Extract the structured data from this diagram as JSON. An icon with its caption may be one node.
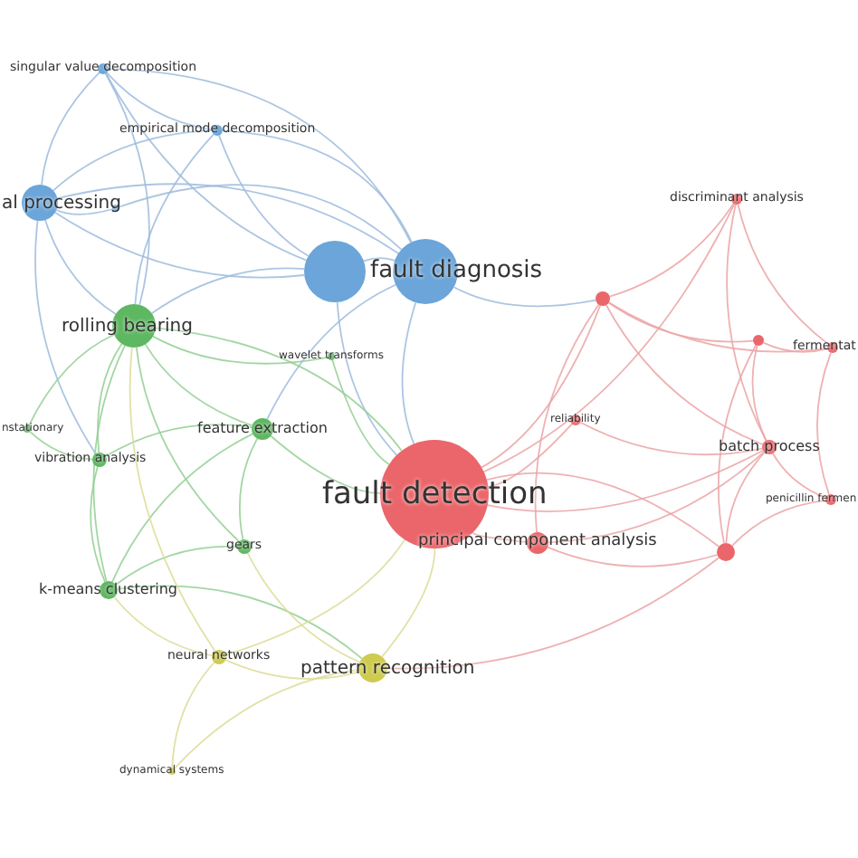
{
  "diagram": {
    "nodes": [
      {
        "text": [
          "singular value decomposition"
        ]
      },
      {
        "text": [
          "empirical mode decomposition"
        ]
      },
      {
        "text": [
          "al processing"
        ]
      },
      {
        "text": [],
        "shape": "circle"
      },
      {
        "text": [
          "fault diagnosis"
        ]
      },
      {
        "text": [],
        "shape": "circle"
      },
      {
        "text": [
          "discriminant analysis"
        ]
      },
      {
        "text": [],
        "shape": "circle"
      },
      {
        "text": [
          "fermentat"
        ]
      },
      {
        "text": [
          "rolling bearing"
        ]
      },
      {
        "text": [
          "wavelet transforms"
        ]
      },
      {
        "text": [],
        "shape": "circle"
      },
      {
        "text": [
          "reliability"
        ]
      },
      {
        "text": [
          "batch process"
        ]
      },
      {
        "text": [
          "nstationary"
        ]
      },
      {
        "text": [
          "feature extraction"
        ]
      },
      {
        "text": [
          "vibration analysis"
        ]
      },
      {
        "text": [
          "fault detection"
        ]
      },
      {
        "text": [
          "penicillin fermen"
        ]
      },
      {
        "text": [
          "principal component analysis"
        ]
      },
      {
        "text": [],
        "shape": "circle"
      },
      {
        "text": [
          "gears"
        ]
      },
      {
        "text": [
          "k-means clustering"
        ]
      },
      {
        "text": [
          "neural networks"
        ]
      },
      {
        "text": [
          "pattern recognition"
        ]
      },
      {
        "text": [
          "dynamical systems"
        ]
      }
    ],
    "edges": [
      {
        "from": 0,
        "to": 2,
        "arrow": "none",
        "color": "#9dbbdd"
      },
      {
        "from": 0,
        "to": 1,
        "arrow": "none",
        "color": "#9dbbdd"
      },
      {
        "from": 0,
        "to": 4,
        "arrow": "none",
        "color": "#9dbbdd"
      },
      {
        "from": 0,
        "to": 5,
        "arrow": "none",
        "color": "#9dbbdd"
      },
      {
        "from": 1,
        "to": 2,
        "arrow": "none",
        "color": "#9dbbdd"
      },
      {
        "from": 1,
        "to": 4,
        "arrow": "none",
        "color": "#9dbbdd"
      },
      {
        "from": 1,
        "to": 5,
        "arrow": "none",
        "color": "#9dbbdd"
      },
      {
        "from": 2,
        "to": 3,
        "arrow": "none",
        "color": "#9dbbdd"
      },
      {
        "from": 2,
        "to": 4,
        "arrow": "none",
        "color": "#9dbbdd"
      },
      {
        "from": 2,
        "to": 5,
        "arrow": "none",
        "color": "#9dbbdd"
      },
      {
        "from": 2,
        "to": 9,
        "arrow": "none",
        "color": "#9dbbdd"
      },
      {
        "from": 3,
        "to": 4,
        "arrow": "none",
        "color": "#9dbbdd"
      },
      {
        "from": 1,
        "to": 9,
        "arrow": "none",
        "color": "#9dbbdd"
      },
      {
        "from": 4,
        "to": 5,
        "arrow": "none",
        "color": "#9dbbdd"
      },
      {
        "from": 4,
        "to": 17,
        "arrow": "none",
        "color": "#9dbbdd"
      },
      {
        "from": 5,
        "to": 17,
        "arrow": "none",
        "color": "#9dbbdd"
      },
      {
        "from": 4,
        "to": 7,
        "arrow": "none",
        "color": "#9dbbdd"
      },
      {
        "from": 5,
        "to": 9,
        "arrow": "none",
        "color": "#9dbbdd"
      },
      {
        "from": 4,
        "to": 15,
        "arrow": "none",
        "color": "#9dbbdd"
      },
      {
        "from": 2,
        "to": 16,
        "arrow": "none",
        "color": "#9dbbdd"
      },
      {
        "from": 0,
        "to": 9,
        "arrow": "none",
        "color": "#9dbbdd"
      },
      {
        "from": 9,
        "to": 15,
        "arrow": "none",
        "color": "#93cf93"
      },
      {
        "from": 9,
        "to": 16,
        "arrow": "none",
        "color": "#93cf93"
      },
      {
        "from": 9,
        "to": 14,
        "arrow": "none",
        "color": "#93cf93"
      },
      {
        "from": 9,
        "to": 22,
        "arrow": "none",
        "color": "#93cf93"
      },
      {
        "from": 9,
        "to": 21,
        "arrow": "none",
        "color": "#93cf93"
      },
      {
        "from": 9,
        "to": 17,
        "arrow": "none",
        "color": "#93cf93"
      },
      {
        "from": 15,
        "to": 16,
        "arrow": "none",
        "color": "#93cf93"
      },
      {
        "from": 15,
        "to": 21,
        "arrow": "none",
        "color": "#93cf93"
      },
      {
        "from": 15,
        "to": 17,
        "arrow": "none",
        "color": "#93cf93"
      },
      {
        "from": 16,
        "to": 22,
        "arrow": "none",
        "color": "#93cf93"
      },
      {
        "from": 14,
        "to": 16,
        "arrow": "none",
        "color": "#93cf93"
      },
      {
        "from": 21,
        "to": 22,
        "arrow": "none",
        "color": "#93cf93"
      },
      {
        "from": 10,
        "to": 17,
        "arrow": "none",
        "color": "#93cf93"
      },
      {
        "from": 9,
        "to": 10,
        "arrow": "none",
        "color": "#93cf93"
      },
      {
        "from": 22,
        "to": 24,
        "arrow": "none",
        "color": "#93cf93"
      },
      {
        "from": 15,
        "to": 22,
        "arrow": "none",
        "color": "#93cf93"
      },
      {
        "from": 23,
        "to": 24,
        "arrow": "none",
        "color": "#dcdc99"
      },
      {
        "from": 23,
        "to": 25,
        "arrow": "none",
        "color": "#dcdc99"
      },
      {
        "from": 24,
        "to": 25,
        "arrow": "none",
        "color": "#dcdc99"
      },
      {
        "from": 22,
        "to": 23,
        "arrow": "none",
        "color": "#dcdc99"
      },
      {
        "from": 24,
        "to": 17,
        "arrow": "none",
        "color": "#dcdc99"
      },
      {
        "from": 23,
        "to": 17,
        "arrow": "none",
        "color": "#dcdc99"
      },
      {
        "from": 21,
        "to": 24,
        "arrow": "none",
        "color": "#dcdc99"
      },
      {
        "from": 9,
        "to": 23,
        "arrow": "none",
        "color": "#dcdc99"
      },
      {
        "from": 17,
        "to": 19,
        "arrow": "none"
      },
      {
        "from": 17,
        "to": 7,
        "arrow": "none"
      },
      {
        "from": 17,
        "to": 13,
        "arrow": "none"
      },
      {
        "from": 17,
        "to": 20,
        "arrow": "none"
      },
      {
        "from": 17,
        "to": 12,
        "arrow": "none"
      },
      {
        "from": 17,
        "to": 6,
        "arrow": "none"
      },
      {
        "from": 7,
        "to": 6,
        "arrow": "none"
      },
      {
        "from": 7,
        "to": 13,
        "arrow": "none"
      },
      {
        "from": 7,
        "to": 8,
        "arrow": "none"
      },
      {
        "from": 7,
        "to": 11,
        "arrow": "none"
      },
      {
        "from": 11,
        "to": 13,
        "arrow": "none"
      },
      {
        "from": 11,
        "to": 8,
        "arrow": "none"
      },
      {
        "from": 13,
        "to": 18,
        "arrow": "none"
      },
      {
        "from": 13,
        "to": 20,
        "arrow": "none"
      },
      {
        "from": 19,
        "to": 20,
        "arrow": "none"
      },
      {
        "from": 6,
        "to": 13,
        "arrow": "none"
      },
      {
        "from": 6,
        "to": 8,
        "arrow": "none"
      },
      {
        "from": 12,
        "to": 13,
        "arrow": "none"
      },
      {
        "from": 8,
        "to": 18,
        "arrow": "none"
      },
      {
        "from": 18,
        "to": 20,
        "arrow": "none"
      },
      {
        "from": 11,
        "to": 20,
        "arrow": "none"
      },
      {
        "from": 19,
        "to": 13,
        "arrow": "none"
      },
      {
        "from": 7,
        "to": 19,
        "arrow": "none"
      },
      {
        "from": 24,
        "to": 20,
        "arrow": "none"
      }
    ]
  }
}
